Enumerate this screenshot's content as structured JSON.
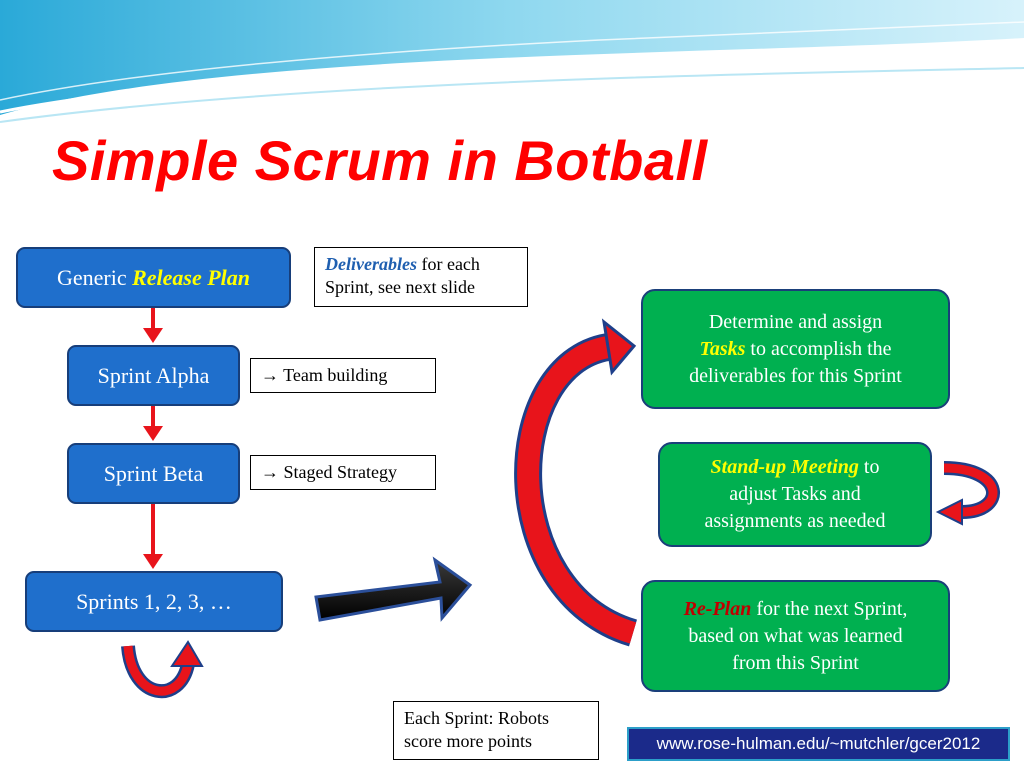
{
  "title": "Simple Scrum in Botball",
  "boxes": {
    "release_plan": {
      "prefix": "Generic ",
      "highlight": "Release Plan"
    },
    "sprint_alpha": "Sprint Alpha",
    "sprint_beta": "Sprint Beta",
    "sprints_n": "Sprints 1, 2, 3, …",
    "determine": {
      "pre": "Determine and assign",
      "highlight": "Tasks",
      "mid": " to accomplish the",
      "post": "deliverables for this Sprint"
    },
    "standup": {
      "highlight": "Stand-up Meeting",
      "mid": " to",
      "l2": "adjust Tasks and",
      "l3": "assignments as needed"
    },
    "replan": {
      "highlight": "Re-Plan",
      "mid": " for the next Sprint,",
      "l2": "based on what was learned",
      "l3": "from this Sprint"
    }
  },
  "notes": {
    "deliverables": {
      "highlight": "Deliverables",
      "mid": " for each",
      "l2": "Sprint, see next slide"
    },
    "team_building": "→ Team building",
    "staged_strategy": "→ Staged Strategy",
    "each_sprint": {
      "l1": "Each Sprint:  Robots",
      "l2": "score more points"
    }
  },
  "footer_url": "www.rose-hulman.edu/~mutchler/gcer2012",
  "colors": {
    "title": "#ff0000",
    "blue_box": "#1f6fcc",
    "green_box": "#00b050",
    "arrow_red": "#e8141b",
    "footer_bg": "#1b2a8a"
  }
}
